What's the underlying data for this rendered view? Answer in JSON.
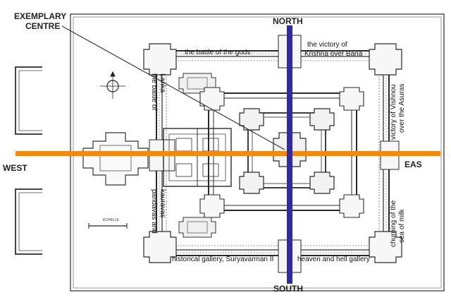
{
  "title_label": [
    "EXEMPLARY",
    "CENTRE"
  ],
  "compass": {
    "north": "NORTH",
    "south": "SOUTH",
    "west": "WEST",
    "east": "EAS"
  },
  "galleries": {
    "north_left": "the battle of the gods",
    "north_right": [
      "the victory of",
      "Krishna over Bana"
    ],
    "west_upper": [
      "the battle of",
      "Lanka"
    ],
    "west_lower": [
      "pandavas and",
      "kauravas"
    ],
    "east_upper": [
      "victory of Vishnou",
      "over the Asuras"
    ],
    "east_lower": [
      "churning of the",
      "sea of milk"
    ],
    "south_left": "historical gallery, Suryavarman II",
    "south_right": "heaven and hell gallery"
  },
  "scale_label": "ECHELLE",
  "colors": {
    "axis_east_west": "#f08a12",
    "axis_north_south": "#2f2aa6",
    "plan_line": "#2a2a2a"
  },
  "icons": [
    "compass-rose-icon",
    "scale-bar-icon"
  ]
}
